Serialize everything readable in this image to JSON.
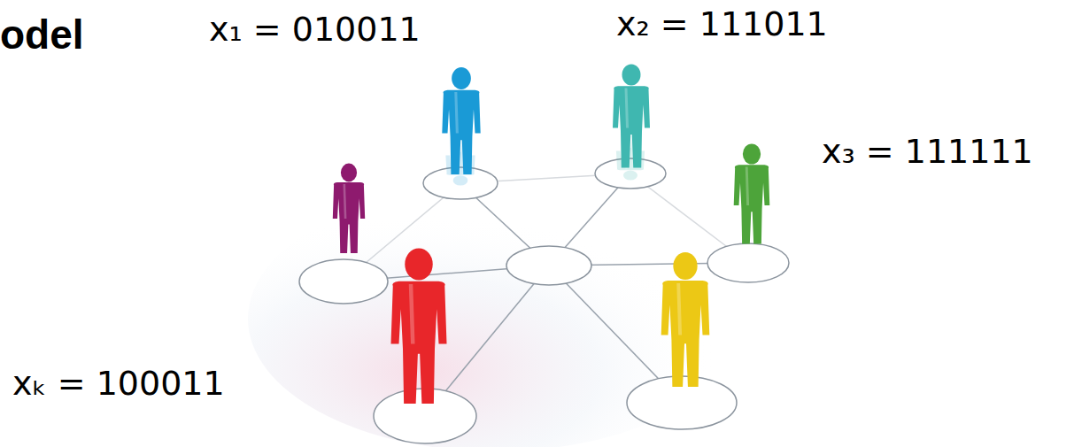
{
  "diagram": {
    "title": "odel",
    "labels": [
      "x₁ = 010011",
      "x₂ = 111011",
      "x₃ = 111111",
      "xₖ = 100011"
    ]
  }
}
